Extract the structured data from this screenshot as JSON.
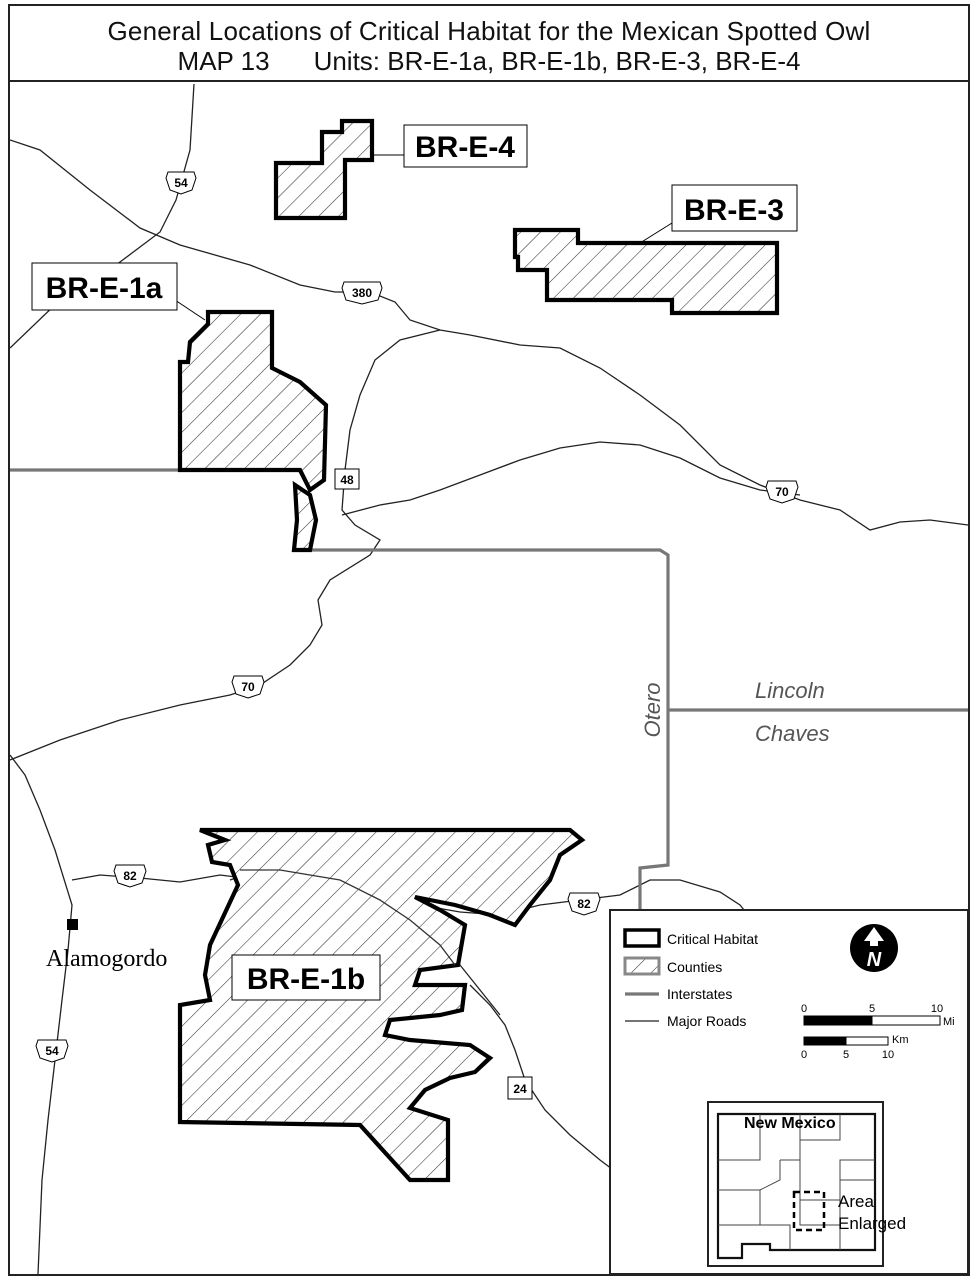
{
  "title": {
    "line1": "General Locations of Critical Habitat for the Mexican Spotted Owl",
    "map_number": "MAP 13",
    "units": "Units: BR-E-1a, BR-E-1b, BR-E-3, BR-E-4"
  },
  "units": {
    "br_e_4": "BR-E-4",
    "br_e_3": "BR-E-3",
    "br_e_1a": "BR-E-1a",
    "br_e_1b": "BR-E-1b"
  },
  "highways": {
    "us54_north": "54",
    "us380": "380",
    "nm48": "48",
    "us70_east": "70",
    "us70_west": "70",
    "us82_west": "82",
    "us82_east": "82",
    "us54_south": "54",
    "nm24": "24"
  },
  "places": {
    "alamogordo": "Alamogordo"
  },
  "counties": {
    "otero": "Otero",
    "lincoln": "Lincoln",
    "chaves": "Chaves"
  },
  "legend": {
    "critical_habitat": "Critical Habitat",
    "counties": "Counties",
    "interstates": "Interstates",
    "major_roads": "Major Roads",
    "north_letter": "N",
    "scale_mi": [
      "0",
      "5",
      "10",
      "Mi"
    ],
    "scale_km": [
      "0",
      "5",
      "10",
      "Km"
    ]
  },
  "inset": {
    "title": "New Mexico",
    "area_line1": "Area",
    "area_line2": "Enlarged"
  }
}
